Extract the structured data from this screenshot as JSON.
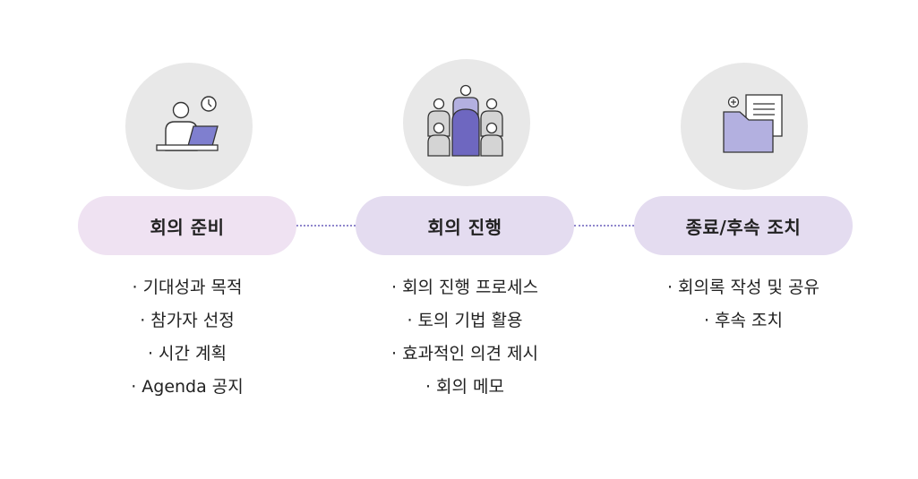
{
  "colors": {
    "circle_bg": "#e8e8e8",
    "pill_step1": "#efe2f2",
    "pill_step2": "#e4dcf0",
    "pill_step3": "#e4dcf0",
    "connector": "#8f86cc",
    "accent_purple": "#6e67c0",
    "accent_lavender": "#b3b0e0",
    "laptop_blue": "#7f7fcf",
    "person_gray": "#d4d4d4",
    "text": "#222222"
  },
  "bullet_marker": "·",
  "steps": [
    {
      "icon": "person-laptop-clock-icon",
      "title": "회의 준비",
      "items": [
        "기대성과 목적",
        "참가자 선정",
        "시간 계획",
        "Agenda 공지"
      ]
    },
    {
      "icon": "meeting-group-icon",
      "title": "회의 진행",
      "items": [
        "회의 진행 프로세스",
        "토의 기법 활용",
        "효과적인 의견 제시",
        "회의 메모"
      ]
    },
    {
      "icon": "folder-document-icon",
      "title": "종료/후속 조치",
      "items": [
        "회의록 작성 및 공유",
        "후속 조치"
      ]
    }
  ]
}
